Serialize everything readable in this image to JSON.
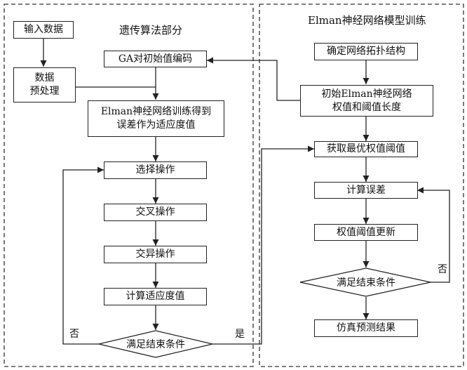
{
  "panels": {
    "ga_title": "遗传算法部分",
    "elman_title": "Elman神经网络模型训练"
  },
  "ga": {
    "input": "输入数据",
    "preprocess": [
      "数据",
      "预处理"
    ],
    "encode": "GA对初始值编码",
    "fitness": [
      "Elman神经网络训练得到",
      "误差作为适应度值"
    ],
    "select": "选择操作",
    "crossover": "交叉操作",
    "mutation": "交异操作",
    "calc_fitness": "计算适应度值",
    "condition": "满足结束条件",
    "no": "否",
    "yes": "是"
  },
  "elman": {
    "topology": "确定网络拓扑结构",
    "init": [
      "初始Elman神经网络",
      "权值和阈值长度"
    ],
    "optimal": "获取最优权值阈值",
    "calc_error": "计算误差",
    "update": "权值阈值更新",
    "condition": "满足结束条件",
    "no": "否",
    "result": "仿真预测结果"
  }
}
